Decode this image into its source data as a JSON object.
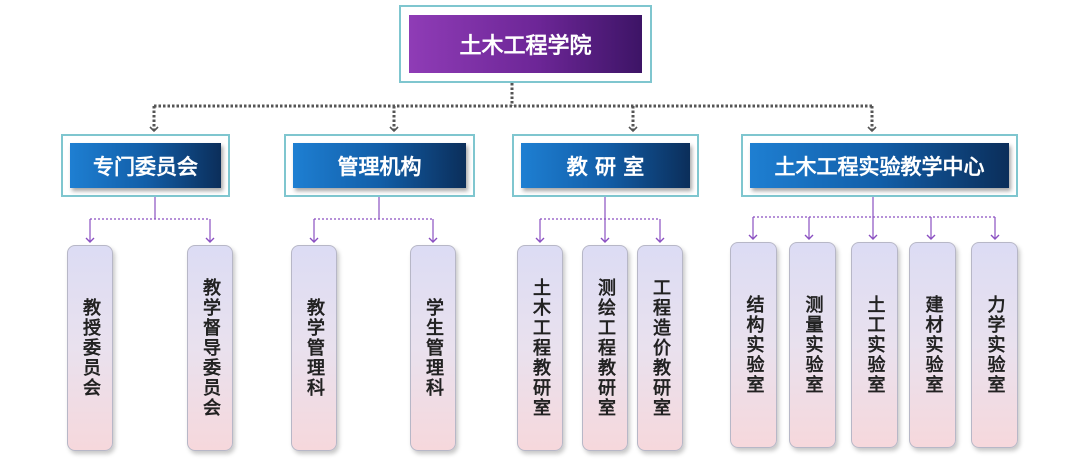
{
  "root": {
    "label": "土木工程学院"
  },
  "departments": [
    {
      "label": "专门委员会",
      "children": [
        "教授委员会",
        "教学督导委员会"
      ]
    },
    {
      "label": "管理机构",
      "children": [
        "教学管理科",
        "学生管理科"
      ]
    },
    {
      "label": "教 研 室",
      "children": [
        "土木工程教研室",
        "测绘工程教研室",
        "工程造价教研室"
      ]
    },
    {
      "label": "土木工程实验教学中心",
      "children": [
        "结构实验室",
        "测量实验室",
        "土工实验室",
        "建材实验室",
        "力学实验室"
      ]
    }
  ],
  "colors": {
    "root_gradient": [
      "#8f3cb6",
      "#3d1466"
    ],
    "department_gradient": [
      "#1e7fd2",
      "#0b2e5a"
    ],
    "frame_border": "#7fc6cf",
    "connector_main": "#555555",
    "connector_sub": "#8a4fc1",
    "leaf_gradient": [
      "#dcdcf4",
      "#f6d8dc"
    ]
  }
}
